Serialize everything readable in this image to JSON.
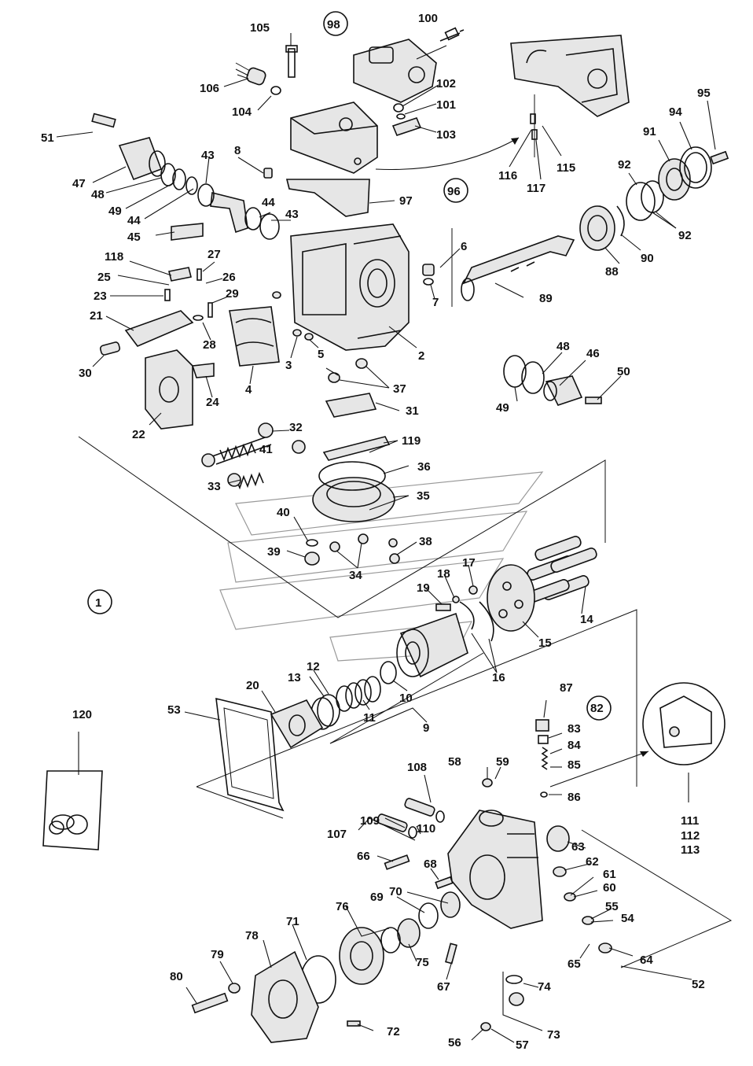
{
  "labels": {
    "l1": "1",
    "l2": "2",
    "l3": "3",
    "l4": "4",
    "l5": "5",
    "l6": "6",
    "l7": "7",
    "l8": "8",
    "l9": "9",
    "l10": "10",
    "l11": "11",
    "l12": "12",
    "l13": "13",
    "l14": "14",
    "l15": "15",
    "l16": "16",
    "l17": "17",
    "l18": "18",
    "l19": "19",
    "l20": "20",
    "l21": "21",
    "l22": "22",
    "l23": "23",
    "l24": "24",
    "l25": "25",
    "l26": "26",
    "l27": "27",
    "l28": "28",
    "l29": "29",
    "l30": "30",
    "l31": "31",
    "l32": "32",
    "l33": "33",
    "l34": "34",
    "l35": "35",
    "l36": "36",
    "l37": "37",
    "l38": "38",
    "l39": "39",
    "l40": "40",
    "l41": "41",
    "l43a": "43",
    "l43b": "43",
    "l44a": "44",
    "l44b": "44",
    "l45": "45",
    "l46": "46",
    "l47": "47",
    "l48a": "48",
    "l48b": "48",
    "l49a": "49",
    "l49b": "49",
    "l50": "50",
    "l51": "51",
    "l52": "52",
    "l53": "53",
    "l54": "54",
    "l55": "55",
    "l56": "56",
    "l57": "57",
    "l58": "58",
    "l59": "59",
    "l60": "60",
    "l61": "61",
    "l62": "62",
    "l63": "63",
    "l64": "64",
    "l65": "65",
    "l66": "66",
    "l67": "67",
    "l68": "68",
    "l69": "69",
    "l70": "70",
    "l71": "71",
    "l72": "72",
    "l73": "73",
    "l74": "74",
    "l75": "75",
    "l76": "76",
    "l78": "78",
    "l79": "79",
    "l80": "80",
    "l82": "82",
    "l83": "83",
    "l84": "84",
    "l85": "85",
    "l86": "86",
    "l87": "87",
    "l88": "88",
    "l89": "89",
    "l90": "90",
    "l91": "91",
    "l92a": "92",
    "l92b": "92",
    "l94": "94",
    "l95": "95",
    "l96": "96",
    "l97": "97",
    "l98": "98",
    "l100": "100",
    "l101": "101",
    "l102": "102",
    "l103": "103",
    "l104": "104",
    "l105": "105",
    "l106": "106",
    "l107": "107",
    "l108": "108",
    "l109": "109",
    "l110": "110",
    "l111": "111",
    "l112": "112",
    "l113": "113",
    "l115": "115",
    "l116": "116",
    "l117": "117",
    "l118": "118",
    "l119": "119",
    "l120": "120"
  }
}
